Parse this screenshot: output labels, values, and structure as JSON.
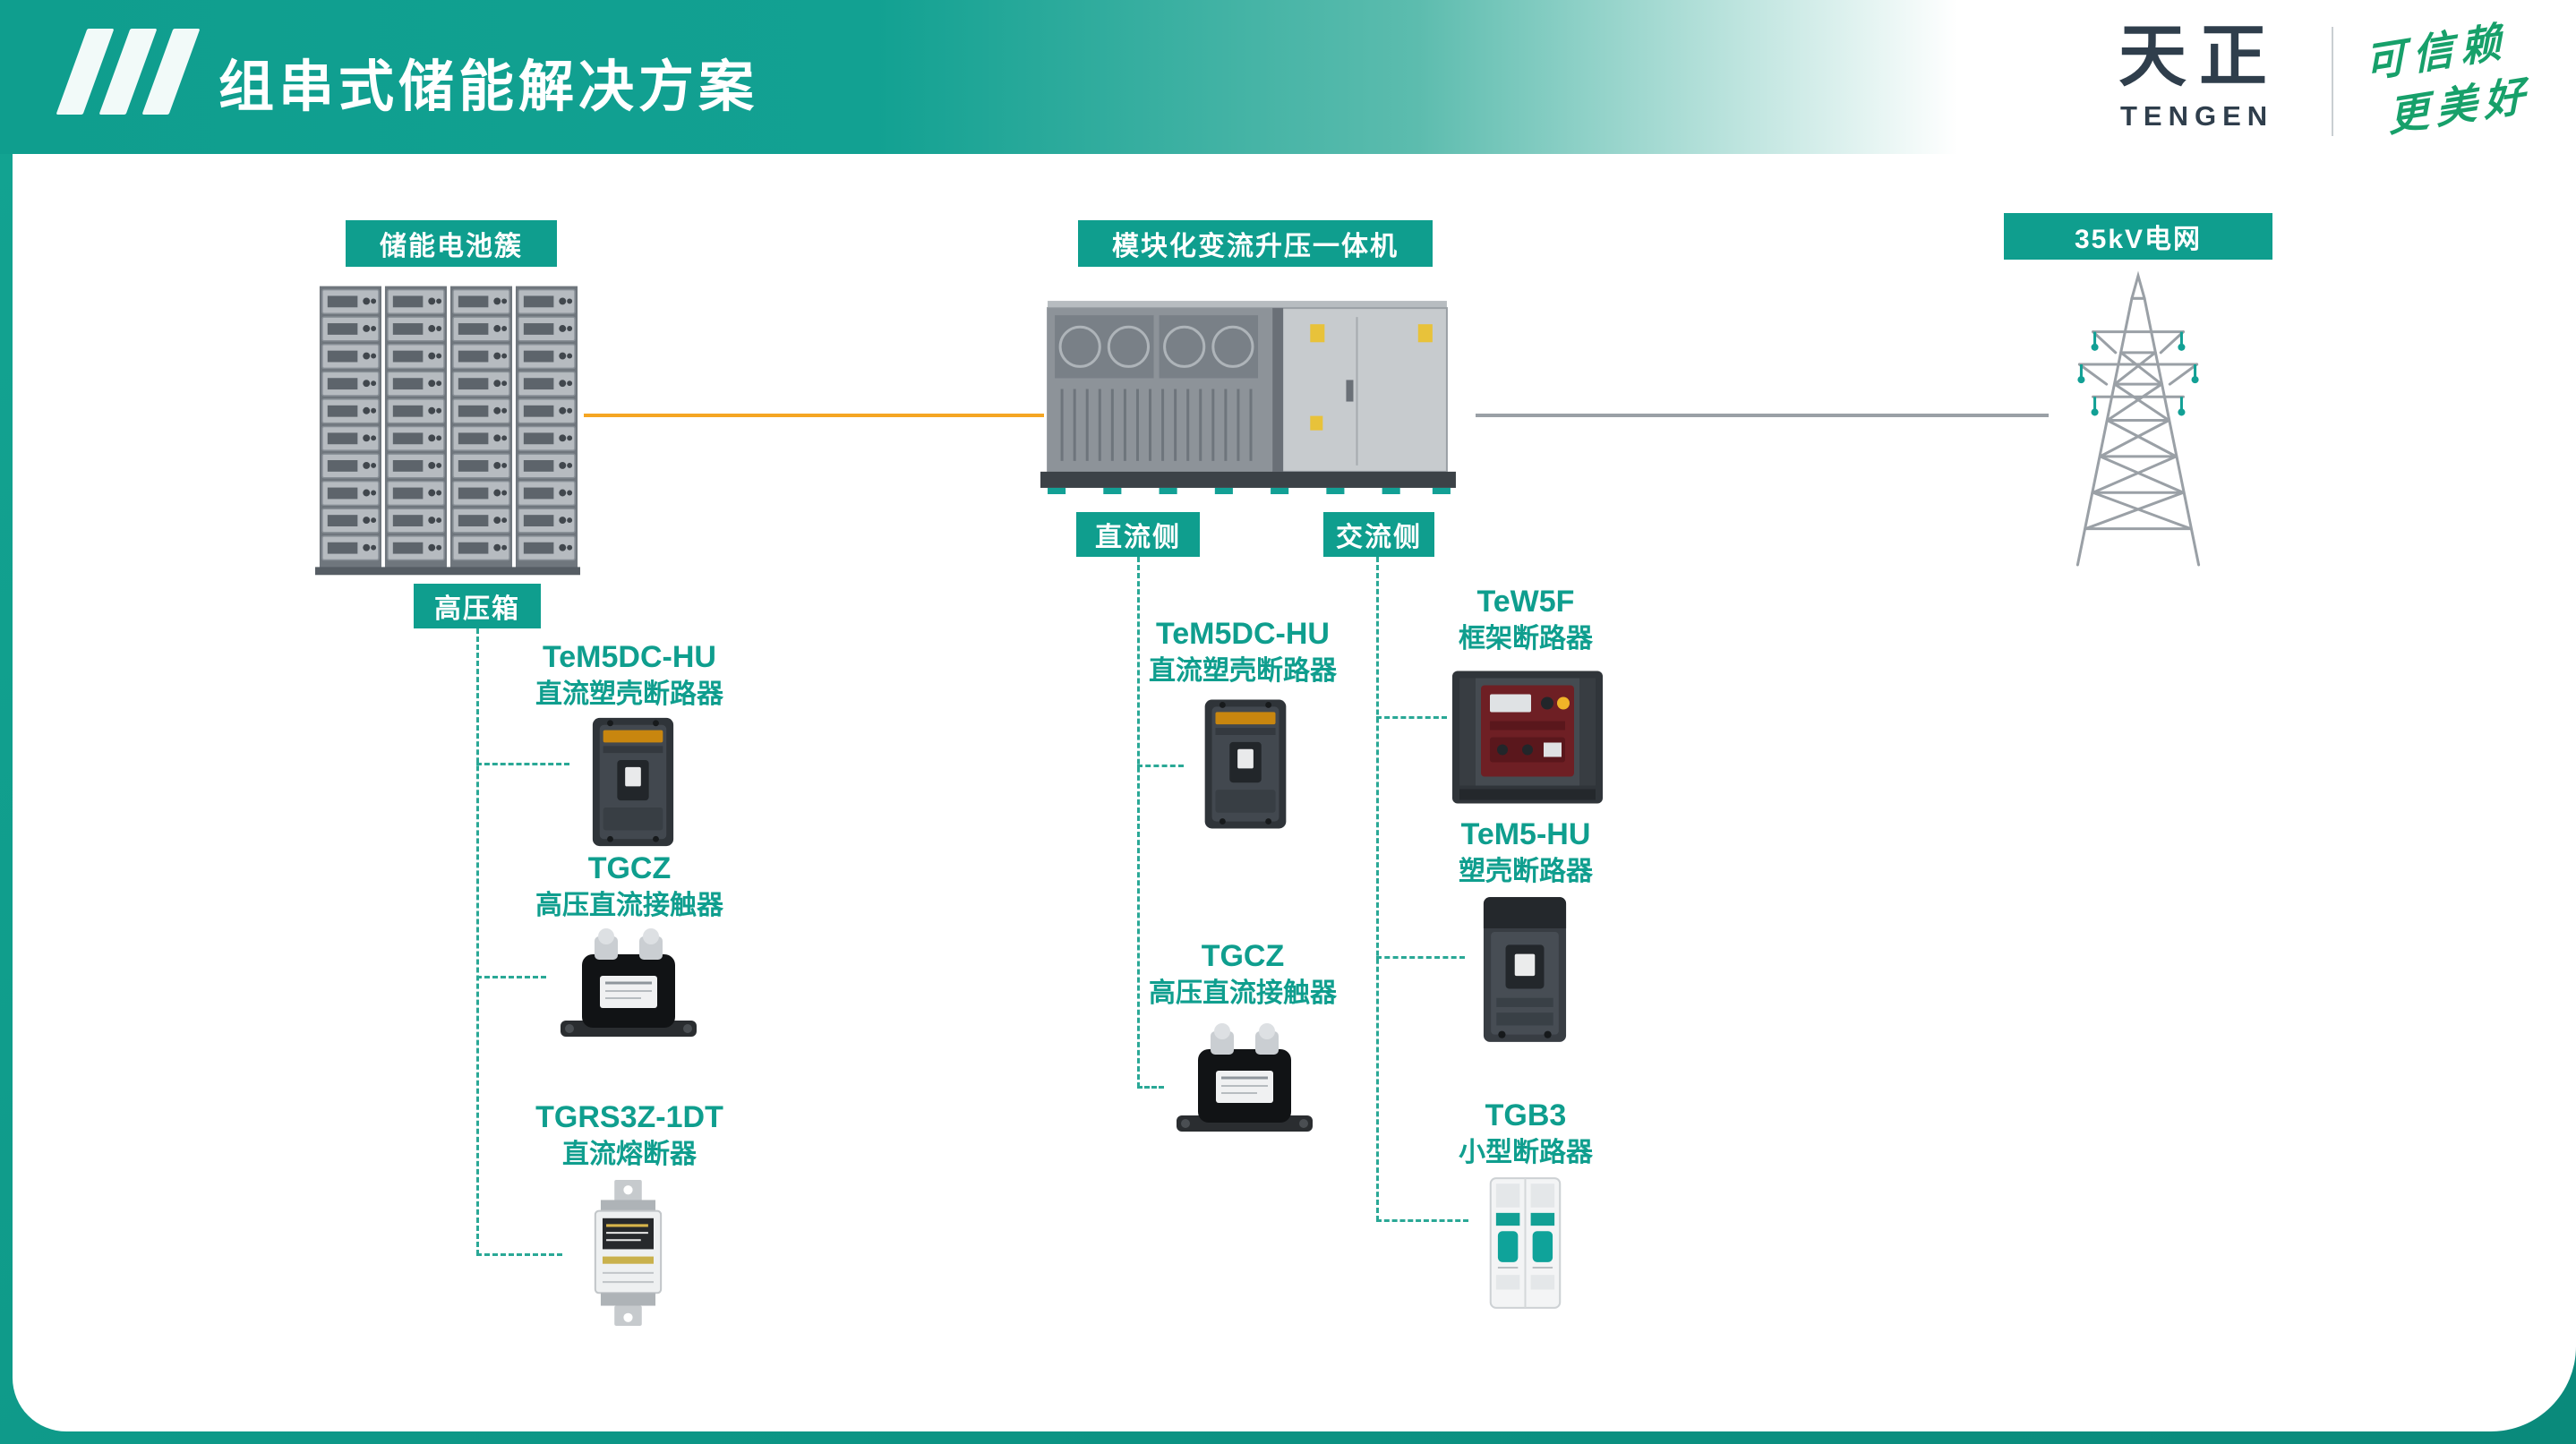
{
  "meta": {
    "accent_color": "#0f9e8e",
    "dc_line_color": "#f5a623",
    "ac_line_color": "#9aa0a6"
  },
  "header": {
    "title": "组串式储能解决方案",
    "brand": {
      "cn": "天正",
      "en": "TENGEN"
    },
    "slogan": {
      "line1": "可信赖",
      "line2": "更美好"
    }
  },
  "diagram": {
    "battery_label": "储能电池簇",
    "hv_box_label": "高压箱",
    "pcs_label": "模块化变流升压一体机",
    "dc_side_label": "直流侧",
    "ac_side_label": "交流侧",
    "grid_label": "35kV电网",
    "products": {
      "hv_box": [
        {
          "model": "TeM5DC-HU",
          "name": "直流塑壳断路器"
        },
        {
          "model": "TGCZ",
          "name": "高压直流接触器"
        },
        {
          "model": "TGRS3Z-1DT",
          "name": "直流熔断器"
        }
      ],
      "dc_side": [
        {
          "model": "TeM5DC-HU",
          "name": "直流塑壳断路器"
        },
        {
          "model": "TGCZ",
          "name": "高压直流接触器"
        }
      ],
      "ac_side": [
        {
          "model": "TeW5F",
          "name": "框架断路器"
        },
        {
          "model": "TeM5-HU",
          "name": "塑壳断路器"
        },
        {
          "model": "TGB3",
          "name": "小型断路器"
        }
      ]
    }
  }
}
